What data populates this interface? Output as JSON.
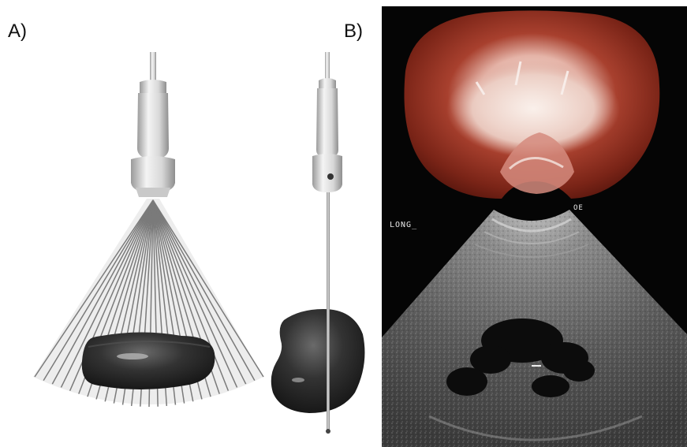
{
  "panels": {
    "a": {
      "label": "A)"
    },
    "b": {
      "label": "B)"
    }
  },
  "ultrasound": {
    "orientation_label": "LONG_",
    "corner_mark": "OE"
  },
  "colors": {
    "background": "#ffffff",
    "ultrasound_background": "#050505",
    "probe": "#e6e6e6",
    "kidney_model": "#2b2b2b",
    "kidney_specimen": "#8a2a1c"
  }
}
